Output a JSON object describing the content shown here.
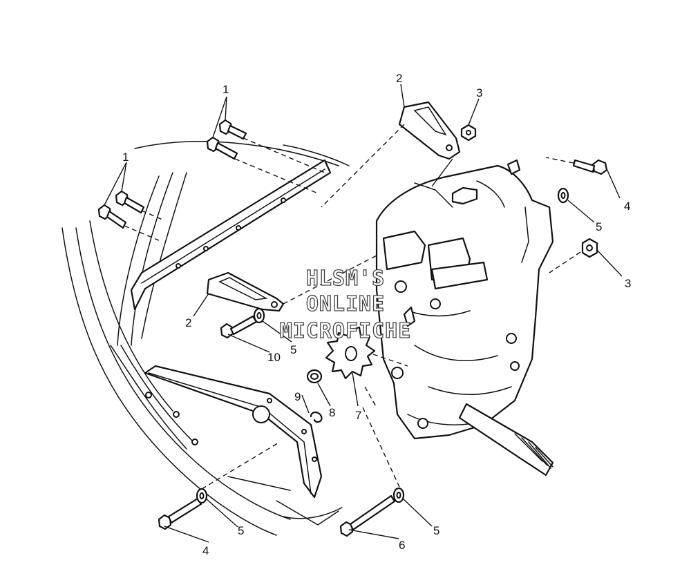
{
  "watermark": {
    "line1": "HLSM'S",
    "line2": "ONLINE",
    "line3": "MICROFICHE"
  },
  "callouts": {
    "c1a": "1",
    "c1b": "1",
    "c2a": "2",
    "c2b": "2",
    "c3a": "3",
    "c3b": "3",
    "c4a": "4",
    "c4b": "4",
    "c5a": "5",
    "c5b": "5",
    "c5c": "5",
    "c5d": "5",
    "c6": "6",
    "c7": "7",
    "c8": "8",
    "c9": "9",
    "c10": "10"
  },
  "colors": {
    "line": "#111111",
    "background": "#ffffff"
  }
}
